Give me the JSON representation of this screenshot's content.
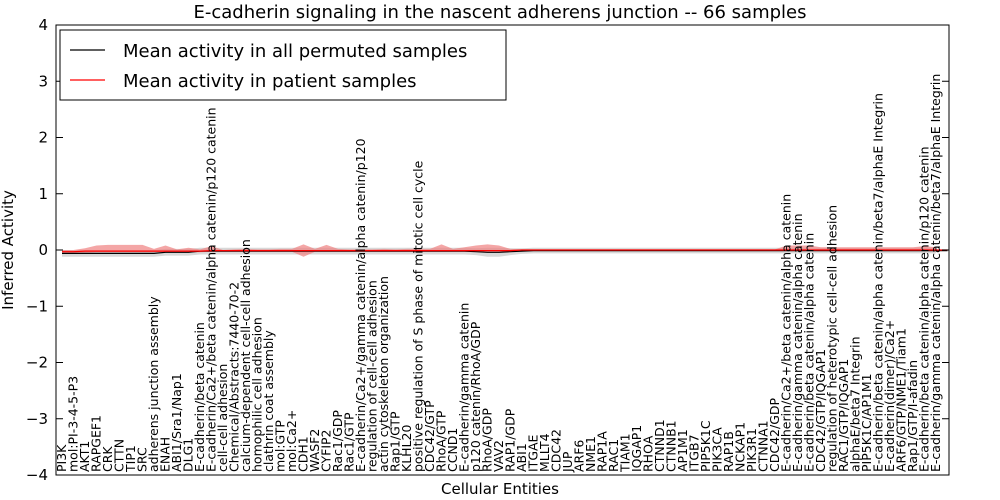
{
  "chart_data": {
    "type": "line",
    "title": "E-cadherin signaling in the nascent adherens junction -- 66 samples",
    "xlabel": "Cellular Entities",
    "ylabel": "Inferred Activity",
    "ylim": [
      -4,
      4
    ],
    "yticks": [
      "−4",
      "−3",
      "−2",
      "−1",
      "0",
      "1",
      "2",
      "3",
      "4"
    ],
    "grid": false,
    "legend_position": "top-left",
    "colors": {
      "permuted": "#000000",
      "patient": "#ff0000",
      "permuted_band": "#c8c8c8",
      "patient_band": "#f08080"
    },
    "categories": [
      "PI3K",
      "mol:PI-3-4-5-P3",
      "AKT1",
      "RAPGEF1",
      "CRK",
      "CTTN",
      "TIP1",
      "SRC",
      "adherens junction assembly",
      "ENAH",
      "ABI1/Sra1/Nap1",
      "DLG1",
      "E-cadherin/beta catenin",
      "E-cadherin/Ca2+/beta catenin/alpha catenin/p120 catenin",
      "cell-cell adhesion",
      "Chemical/Abstracts:7440-70-2",
      "calcium-dependent cell-cell adhesion",
      "homophilic cell adhesion",
      "clathrin coat assembly",
      "mol:GTP",
      "mol:Ca2+",
      "CDH1",
      "WASF2",
      "CYFIP2",
      "Rac1/GDP",
      "Rac1/GTP",
      "E-cadherin/Ca2+/gamma catenin/alpha catenin/p120",
      "regulation of cell-cell adhesion",
      "actin cytoskeleton organization",
      "Rap1/GTP",
      "KLHL20",
      "positive regulation of S phase of mitotic cell cycle",
      "CDC42/GTP",
      "RhoA/GTP",
      "CCND1",
      "E-cadherin/gamma catenin",
      "p120 catenin/RhoA/GDP",
      "RhoA/GDP",
      "VAV2",
      "RAP1/GDP",
      "ABI1",
      "ITGAE",
      "MLLT4",
      "CDC42",
      "JUP",
      "ARF6",
      "NME1",
      "RAP1A",
      "RAC1",
      "TIAM1",
      "IQGAP1",
      "RHOA",
      "CTNND1",
      "CTNNB1",
      "AP1M1",
      "ITGB7",
      "PIP5K1C",
      "PIK3CA",
      "RAP1B",
      "NCKAP1",
      "PIK3R1",
      "CTNNA1",
      "CDC42/GDP",
      "E-cadherin/Ca2+/beta catenin/alpha catenin",
      "E-cadherin/gamma catenin/alpha catenin",
      "E-cadherin/beta catenin/alpha catenin",
      "CDC42/GTP/IQGAP1",
      "regulation of heterotypic cell-cell adhesion",
      "RAC1/GTP/IQGAP1",
      "alphaE/beta7 Integrin",
      "PIP5K1C/AP1M1",
      "E-cadherin/beta catenin/alpha catenin/beta7/alphaE Integrin",
      "E-cadherin(dimer)/Ca2+",
      "ARF6/GTP/NME1/Tiam1",
      "Rap1/GTP/I-afadin",
      "E-cadherin/beta catenin/alpha catenin/p120 catenin",
      "E-cadherin/gamma catenin/alpha catenin/beta7/alphaE Integrin"
    ],
    "series": [
      {
        "name": "Mean activity in all permuted samples",
        "values": [
          -0.06,
          -0.06,
          -0.06,
          -0.06,
          -0.06,
          -0.06,
          -0.06,
          -0.06,
          -0.06,
          -0.04,
          -0.04,
          -0.04,
          -0.02,
          -0.02,
          -0.02,
          -0.02,
          -0.02,
          -0.02,
          -0.02,
          -0.02,
          -0.02,
          -0.02,
          -0.02,
          -0.02,
          -0.02,
          -0.02,
          -0.02,
          -0.02,
          -0.02,
          -0.02,
          -0.02,
          -0.02,
          -0.02,
          -0.02,
          -0.02,
          -0.02,
          -0.03,
          -0.04,
          -0.04,
          -0.03,
          -0.02,
          -0.01,
          -0.01,
          -0.01,
          -0.01,
          -0.01,
          -0.01,
          -0.01,
          -0.01,
          -0.01,
          -0.01,
          -0.01,
          -0.01,
          -0.01,
          -0.01,
          -0.01,
          -0.01,
          -0.01,
          -0.01,
          -0.01,
          -0.01,
          -0.01,
          -0.01,
          -0.01,
          -0.01,
          -0.01,
          -0.01,
          -0.01,
          -0.01,
          -0.01,
          -0.01,
          -0.01,
          -0.01,
          -0.01,
          -0.01,
          -0.01,
          -0.01,
          -0.01
        ],
        "lower": [
          -0.12,
          -0.12,
          -0.12,
          -0.12,
          -0.12,
          -0.12,
          -0.12,
          -0.12,
          -0.12,
          -0.1,
          -0.1,
          -0.1,
          -0.08,
          -0.08,
          -0.08,
          -0.08,
          -0.08,
          -0.08,
          -0.08,
          -0.08,
          -0.08,
          -0.08,
          -0.08,
          -0.08,
          -0.08,
          -0.08,
          -0.08,
          -0.08,
          -0.08,
          -0.08,
          -0.08,
          -0.08,
          -0.08,
          -0.08,
          -0.08,
          -0.08,
          -0.09,
          -0.12,
          -0.12,
          -0.09,
          -0.07,
          -0.06,
          -0.06,
          -0.06,
          -0.06,
          -0.06,
          -0.06,
          -0.06,
          -0.06,
          -0.06,
          -0.06,
          -0.06,
          -0.06,
          -0.06,
          -0.06,
          -0.06,
          -0.06,
          -0.06,
          -0.06,
          -0.06,
          -0.06,
          -0.06,
          -0.06,
          -0.06,
          -0.06,
          -0.06,
          -0.06,
          -0.06,
          -0.06,
          -0.06,
          -0.06,
          -0.06,
          -0.06,
          -0.06,
          -0.06,
          -0.06,
          -0.06,
          -0.06
        ],
        "upper": [
          0.0,
          0.0,
          0.0,
          0.0,
          0.0,
          0.0,
          0.0,
          0.0,
          0.0,
          0.02,
          0.02,
          0.02,
          0.04,
          0.04,
          0.04,
          0.04,
          0.04,
          0.04,
          0.04,
          0.04,
          0.04,
          0.04,
          0.04,
          0.04,
          0.04,
          0.04,
          0.04,
          0.04,
          0.04,
          0.04,
          0.04,
          0.04,
          0.04,
          0.04,
          0.04,
          0.04,
          0.03,
          0.04,
          0.04,
          0.03,
          0.03,
          0.04,
          0.04,
          0.04,
          0.04,
          0.04,
          0.04,
          0.04,
          0.04,
          0.04,
          0.04,
          0.04,
          0.04,
          0.04,
          0.04,
          0.04,
          0.04,
          0.04,
          0.04,
          0.04,
          0.04,
          0.04,
          0.04,
          0.04,
          0.04,
          0.04,
          0.04,
          0.04,
          0.04,
          0.04,
          0.04,
          0.04,
          0.04,
          0.04,
          0.04,
          0.04,
          0.04,
          0.04
        ]
      },
      {
        "name": "Mean activity in patient samples",
        "values": [
          -0.03,
          -0.03,
          -0.02,
          -0.02,
          -0.02,
          -0.02,
          -0.02,
          -0.02,
          -0.02,
          -0.02,
          -0.02,
          -0.02,
          -0.02,
          -0.01,
          -0.01,
          -0.01,
          -0.01,
          -0.01,
          -0.01,
          -0.01,
          -0.01,
          -0.01,
          -0.01,
          -0.01,
          -0.01,
          -0.01,
          -0.01,
          -0.01,
          -0.01,
          -0.01,
          -0.01,
          -0.01,
          -0.01,
          -0.01,
          -0.01,
          -0.01,
          -0.01,
          -0.01,
          -0.01,
          -0.01,
          0.0,
          0.0,
          0.0,
          0.0,
          0.0,
          0.0,
          0.0,
          0.0,
          0.0,
          0.0,
          0.0,
          0.0,
          0.0,
          0.0,
          0.0,
          0.0,
          0.0,
          0.0,
          0.0,
          0.0,
          0.0,
          0.0,
          0.0,
          0.0,
          0.0,
          0.0,
          0.0,
          0.0,
          0.0,
          0.0,
          0.0,
          0.0,
          0.0,
          0.0,
          0.0,
          0.0,
          0.0,
          0.0
        ],
        "lower": [
          -0.06,
          -0.06,
          -0.05,
          -0.04,
          -0.04,
          -0.04,
          -0.04,
          -0.04,
          -0.04,
          -0.04,
          -0.04,
          -0.04,
          -0.04,
          -0.03,
          -0.03,
          -0.03,
          -0.03,
          -0.03,
          -0.03,
          -0.03,
          -0.03,
          -0.12,
          -0.03,
          -0.03,
          -0.03,
          -0.03,
          -0.03,
          -0.03,
          -0.03,
          -0.03,
          -0.03,
          -0.03,
          -0.03,
          -0.03,
          -0.03,
          -0.03,
          -0.03,
          -0.03,
          -0.03,
          -0.03,
          -0.02,
          -0.02,
          -0.02,
          -0.02,
          -0.02,
          -0.02,
          -0.02,
          -0.02,
          -0.02,
          -0.02,
          -0.02,
          -0.02,
          -0.02,
          -0.02,
          -0.02,
          -0.02,
          -0.02,
          -0.02,
          -0.02,
          -0.02,
          -0.02,
          -0.02,
          -0.02,
          -0.02,
          -0.02,
          -0.02,
          -0.02,
          -0.02,
          -0.02,
          -0.02,
          -0.02,
          -0.02,
          -0.02,
          -0.02,
          -0.02,
          -0.02,
          -0.02,
          -0.02
        ],
        "upper": [
          0.0,
          0.0,
          0.03,
          0.08,
          0.09,
          0.09,
          0.09,
          0.09,
          0.02,
          0.08,
          0.01,
          0.04,
          0.01,
          0.07,
          0.0,
          0.01,
          0.02,
          0.01,
          0.01,
          0.02,
          0.02,
          0.1,
          0.02,
          0.09,
          0.02,
          0.01,
          0.01,
          0.01,
          0.02,
          0.01,
          0.02,
          0.02,
          0.02,
          0.1,
          0.02,
          0.05,
          0.08,
          0.1,
          0.08,
          0.02,
          0.01,
          0.01,
          0.01,
          0.01,
          0.01,
          0.01,
          0.01,
          0.01,
          0.01,
          0.01,
          0.01,
          0.01,
          0.01,
          0.01,
          0.01,
          0.01,
          0.01,
          0.01,
          0.01,
          0.01,
          0.01,
          0.01,
          0.01,
          0.08,
          0.08,
          0.08,
          0.05,
          0.05,
          0.05,
          0.05,
          0.05,
          0.05,
          0.05,
          0.05,
          0.05,
          0.07,
          0.05,
          0.05
        ]
      }
    ]
  }
}
